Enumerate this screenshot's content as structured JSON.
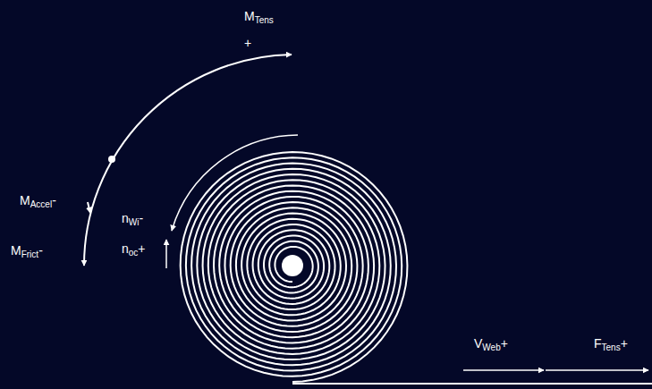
{
  "diagram": {
    "labels": [
      "MTens",
      "+",
      "MAccel-",
      "MFrict-",
      "nWi-",
      "noc+",
      "VWeb+",
      "FTens+"
    ]
  }
}
